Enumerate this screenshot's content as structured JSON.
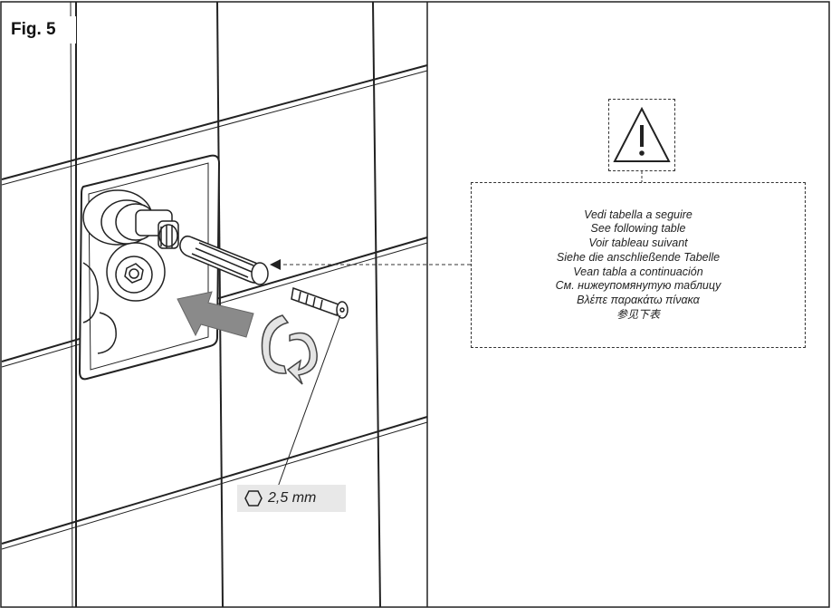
{
  "figure": {
    "label": "Fig. 5"
  },
  "warning": {
    "icon": "warning-triangle-icon"
  },
  "note": {
    "lines": [
      "Vedi tabella a seguire",
      "See following table",
      "Voir tableau suivant",
      "Siehe die anschließende Tabelle",
      "Vean tabla a continuación",
      "См. нижеупомянутую таблицу",
      "Βλέπε παρακάτω πίνακα",
      "参见下表"
    ]
  },
  "tool": {
    "icon": "hex-key-icon",
    "size_label": "2,5 mm"
  },
  "colors": {
    "line": "#222222",
    "arrow_fill": "#8a8a8a",
    "label_bg": "#e8e8e8"
  }
}
